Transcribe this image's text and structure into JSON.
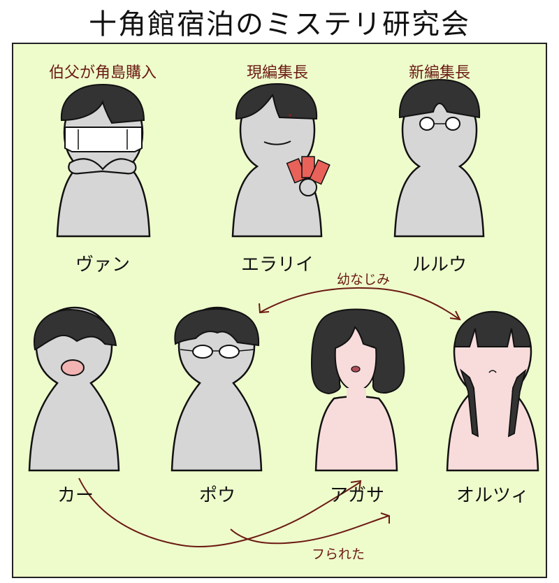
{
  "title": "十角館宿泊のミステリ研究会",
  "colors": {
    "background": "#eefccc",
    "body_male": "#d6d6d6",
    "body_female": "#f8dcdc",
    "hair": "#333333",
    "relation": "#6b1a12",
    "cards": "#e8625a",
    "mouth_car": "#f2b3b3",
    "lips_agatha": "#b0505a"
  },
  "top_row": [
    {
      "name": "ヴァン",
      "role": "伯父が角島購入",
      "features": [
        "mask",
        "hood"
      ]
    },
    {
      "name": "エラリイ",
      "role": "現編集長",
      "features": [
        "smile",
        "playing-cards"
      ]
    },
    {
      "name": "ルルウ",
      "role": "新編集長",
      "features": [
        "glasses"
      ]
    }
  ],
  "bottom_row": [
    {
      "name": "カー",
      "features": [
        "open-mouth"
      ]
    },
    {
      "name": "ポウ",
      "features": [
        "glasses"
      ]
    },
    {
      "name": "アガサ",
      "features": [
        "lips",
        "wavy-hair"
      ]
    },
    {
      "name": "オルツィ",
      "features": [
        "frown",
        "long-hair"
      ]
    }
  ],
  "relations": [
    {
      "label": "幼なじみ",
      "from": "ポウ",
      "to": "オルツィ",
      "type": "double-arrow"
    },
    {
      "label": "フられた",
      "from": "カー",
      "to": [
        "アガサ",
        "オルツィ"
      ],
      "type": "arrow"
    }
  ]
}
